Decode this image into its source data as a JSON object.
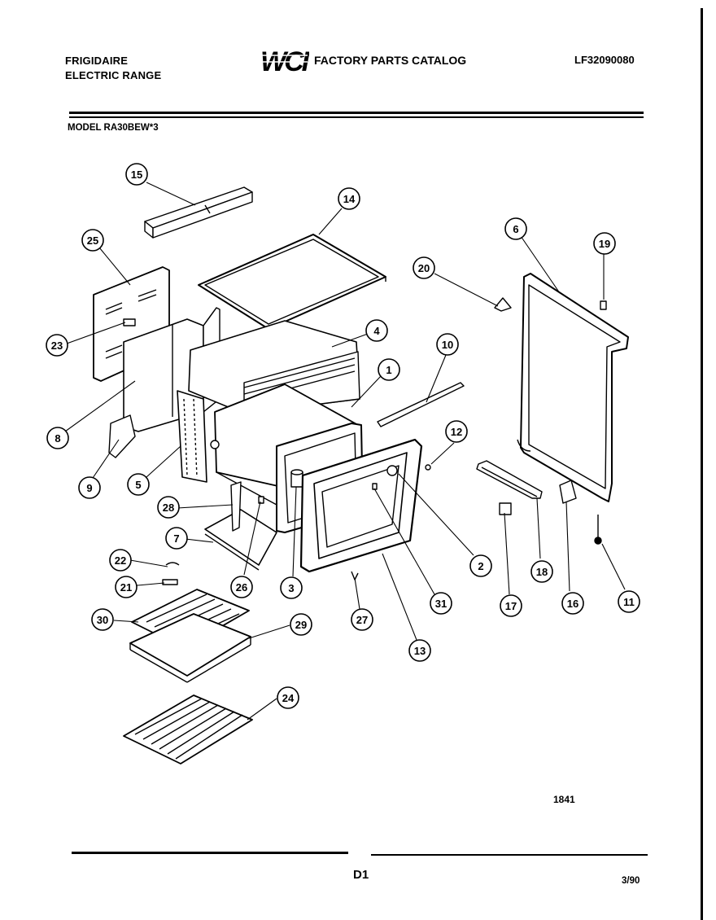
{
  "header": {
    "brand_line1": "FRIGIDAIRE",
    "brand_line2": "ELECTRIC RANGE",
    "logo_text": "WCI",
    "catalog_title": "FACTORY PARTS CATALOG",
    "doc_number": "LF32090080",
    "model": "MODEL RA30BEW*3"
  },
  "diagram": {
    "number": "1841",
    "callouts": [
      "15",
      "14",
      "25",
      "23",
      "8",
      "9",
      "5",
      "6",
      "19",
      "20",
      "4",
      "1",
      "10",
      "12",
      "2",
      "18",
      "17",
      "16",
      "11",
      "28",
      "7",
      "26",
      "3",
      "31",
      "27",
      "13",
      "22",
      "21",
      "30",
      "29",
      "24"
    ]
  },
  "footer": {
    "page": "D1",
    "date": "3/90"
  }
}
